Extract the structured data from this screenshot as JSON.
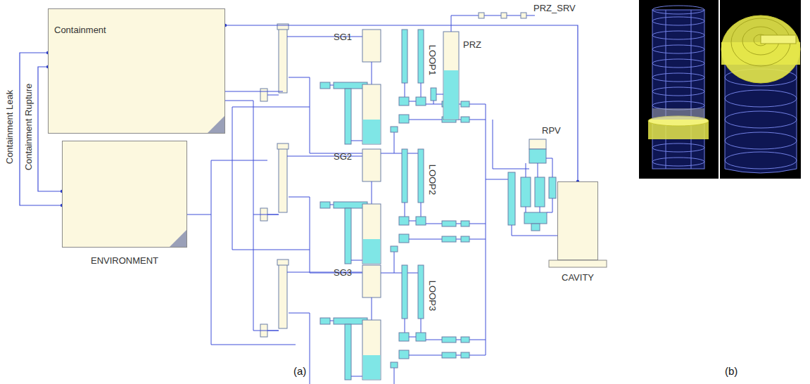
{
  "diagram": {
    "nodes": [
      {
        "text": [
          "Containment"
        ]
      },
      {
        "text": [
          "ENVIRONMENT"
        ]
      },
      {
        "text": [
          "CAVITY"
        ]
      }
    ],
    "edges": [
      {
        "from": 0,
        "to": 1,
        "arrow": "none"
      },
      {
        "from": 0,
        "to": 1,
        "arrow": "none"
      },
      {
        "from": 2,
        "to": 0,
        "arrow": "none"
      }
    ],
    "labels": [
      "Containment Leak",
      "Containment Rupture",
      "PRZ_SRV",
      "SG1",
      "LOOP1",
      "PRZ",
      "SG2",
      "LOOP2",
      "RPV",
      "SG3",
      "LOOP3",
      "(a)",
      "(b)"
    ]
  }
}
